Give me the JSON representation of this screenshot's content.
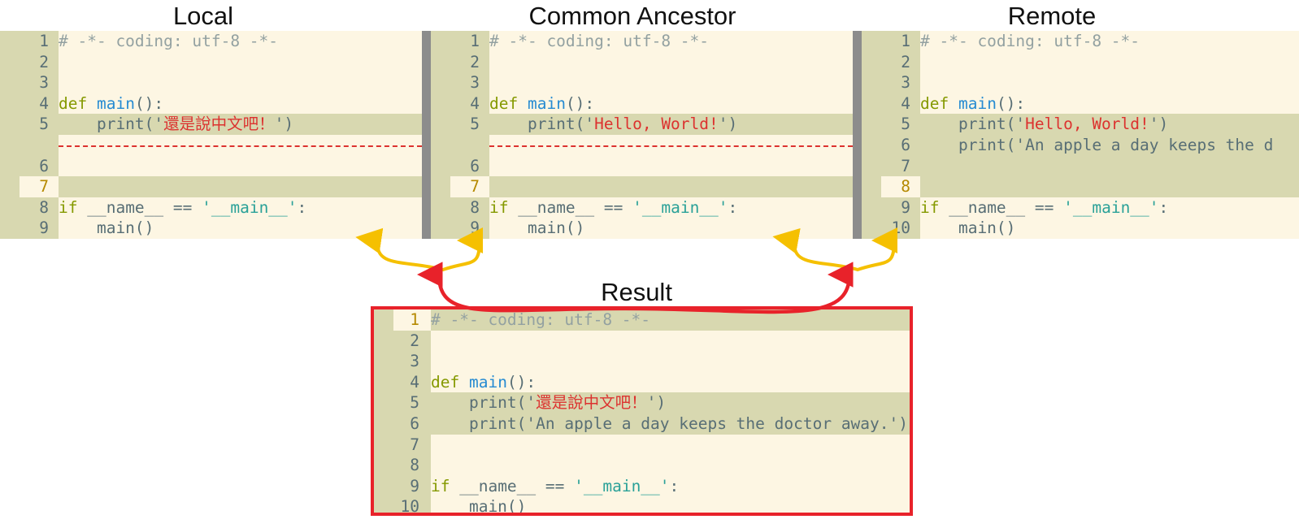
{
  "titles": {
    "local": "Local",
    "ancestor": "Common Ancestor",
    "remote": "Remote",
    "result": "Result"
  },
  "local": {
    "lines": [
      {
        "n": "1",
        "tokens": [
          {
            "t": "# -*- coding: utf-8 -*-",
            "c": "cm"
          }
        ],
        "hl": false
      },
      {
        "n": "2",
        "tokens": [],
        "hl": false
      },
      {
        "n": "3",
        "tokens": [],
        "hl": false
      },
      {
        "n": "4",
        "tokens": [
          {
            "t": "def ",
            "c": "kw"
          },
          {
            "t": "main",
            "c": "fn"
          },
          {
            "t": "():",
            "c": ""
          }
        ],
        "hl": false
      },
      {
        "n": "5",
        "tokens": [
          {
            "t": "    print('",
            "c": ""
          },
          {
            "t": "還是說中文吧！",
            "c": "st"
          },
          {
            "t": "')",
            "c": ""
          }
        ],
        "hl": true
      },
      {
        "n": "",
        "tokens": [],
        "hl": false,
        "dash": true
      },
      {
        "n": "6",
        "tokens": [],
        "hl": false
      },
      {
        "n": "7",
        "tokens": [],
        "hl": true,
        "cur": true
      },
      {
        "n": "8",
        "tokens": [
          {
            "t": "if ",
            "c": "kw"
          },
          {
            "t": "__name__ == ",
            "c": ""
          },
          {
            "t": "'__main__'",
            "c": "sq"
          },
          {
            "t": ":",
            "c": ""
          }
        ],
        "hl": false
      },
      {
        "n": "9",
        "tokens": [
          {
            "t": "    main()",
            "c": ""
          }
        ],
        "hl": false
      }
    ]
  },
  "ancestor": {
    "lines": [
      {
        "n": "1",
        "tokens": [
          {
            "t": "# -*- coding: utf-8 -*-",
            "c": "cm"
          }
        ],
        "hl": false
      },
      {
        "n": "2",
        "tokens": [],
        "hl": false
      },
      {
        "n": "3",
        "tokens": [],
        "hl": false
      },
      {
        "n": "4",
        "tokens": [
          {
            "t": "def ",
            "c": "kw"
          },
          {
            "t": "main",
            "c": "fn"
          },
          {
            "t": "():",
            "c": ""
          }
        ],
        "hl": false
      },
      {
        "n": "5",
        "tokens": [
          {
            "t": "    print('",
            "c": ""
          },
          {
            "t": "Hello, World!",
            "c": "st"
          },
          {
            "t": "')",
            "c": ""
          }
        ],
        "hl": true
      },
      {
        "n": "",
        "tokens": [],
        "hl": false,
        "dash": true
      },
      {
        "n": "6",
        "tokens": [],
        "hl": false
      },
      {
        "n": "7",
        "tokens": [],
        "hl": true,
        "cur": true
      },
      {
        "n": "8",
        "tokens": [
          {
            "t": "if ",
            "c": "kw"
          },
          {
            "t": "__name__ == ",
            "c": ""
          },
          {
            "t": "'__main__'",
            "c": "sq"
          },
          {
            "t": ":",
            "c": ""
          }
        ],
        "hl": false
      },
      {
        "n": "9",
        "tokens": [
          {
            "t": "    main()",
            "c": ""
          }
        ],
        "hl": false
      }
    ]
  },
  "remote": {
    "lines": [
      {
        "n": "1",
        "tokens": [
          {
            "t": "# -*- coding: utf-8 -*-",
            "c": "cm"
          }
        ],
        "hl": false
      },
      {
        "n": "2",
        "tokens": [],
        "hl": false
      },
      {
        "n": "3",
        "tokens": [],
        "hl": false
      },
      {
        "n": "4",
        "tokens": [
          {
            "t": "def ",
            "c": "kw"
          },
          {
            "t": "main",
            "c": "fn"
          },
          {
            "t": "():",
            "c": ""
          }
        ],
        "hl": false
      },
      {
        "n": "5",
        "tokens": [
          {
            "t": "    print('",
            "c": ""
          },
          {
            "t": "Hello, World!",
            "c": "st"
          },
          {
            "t": "')",
            "c": ""
          }
        ],
        "hl": true
      },
      {
        "n": "6",
        "tokens": [
          {
            "t": "    print('An apple a day keeps the d",
            "c": ""
          }
        ],
        "hl": true
      },
      {
        "n": "7",
        "tokens": [],
        "hl": true
      },
      {
        "n": "8",
        "tokens": [],
        "hl": true,
        "cur": true
      },
      {
        "n": "9",
        "tokens": [
          {
            "t": "if ",
            "c": "kw"
          },
          {
            "t": "__name__ == ",
            "c": ""
          },
          {
            "t": "'__main__'",
            "c": "sq"
          },
          {
            "t": ":",
            "c": ""
          }
        ],
        "hl": false
      },
      {
        "n": "10",
        "tokens": [
          {
            "t": "    main()",
            "c": ""
          }
        ],
        "hl": false
      }
    ]
  },
  "result": {
    "lines": [
      {
        "n": "1",
        "tokens": [
          {
            "t": "# -*- coding: utf-8 -*-",
            "c": "cm"
          }
        ],
        "hl": true,
        "cur": true
      },
      {
        "n": "2",
        "tokens": [],
        "hl": false
      },
      {
        "n": "3",
        "tokens": [],
        "hl": false
      },
      {
        "n": "4",
        "tokens": [
          {
            "t": "def ",
            "c": "kw"
          },
          {
            "t": "main",
            "c": "fn"
          },
          {
            "t": "():",
            "c": ""
          }
        ],
        "hl": false
      },
      {
        "n": "5",
        "tokens": [
          {
            "t": "    print('",
            "c": ""
          },
          {
            "t": "還是說中文吧！",
            "c": "st"
          },
          {
            "t": "')",
            "c": ""
          }
        ],
        "hl": true
      },
      {
        "n": "6",
        "tokens": [
          {
            "t": "    print('An apple a day keeps the doctor away.')",
            "c": ""
          }
        ],
        "hl": true
      },
      {
        "n": "7",
        "tokens": [],
        "hl": false
      },
      {
        "n": "8",
        "tokens": [],
        "hl": false
      },
      {
        "n": "9",
        "tokens": [
          {
            "t": "if ",
            "c": "kw"
          },
          {
            "t": "__name__ == ",
            "c": ""
          },
          {
            "t": "'__main__'",
            "c": "sq"
          },
          {
            "t": ":",
            "c": ""
          }
        ],
        "hl": false
      },
      {
        "n": "10",
        "tokens": [
          {
            "t": "    main()",
            "c": ""
          }
        ],
        "hl": false
      }
    ]
  },
  "colors": {
    "background": "#fdf6e3",
    "highlight": "#d8d8b0",
    "result_border": "#e8222a",
    "arrow_yellow": "#f5c000",
    "arrow_red": "#e8222a"
  }
}
